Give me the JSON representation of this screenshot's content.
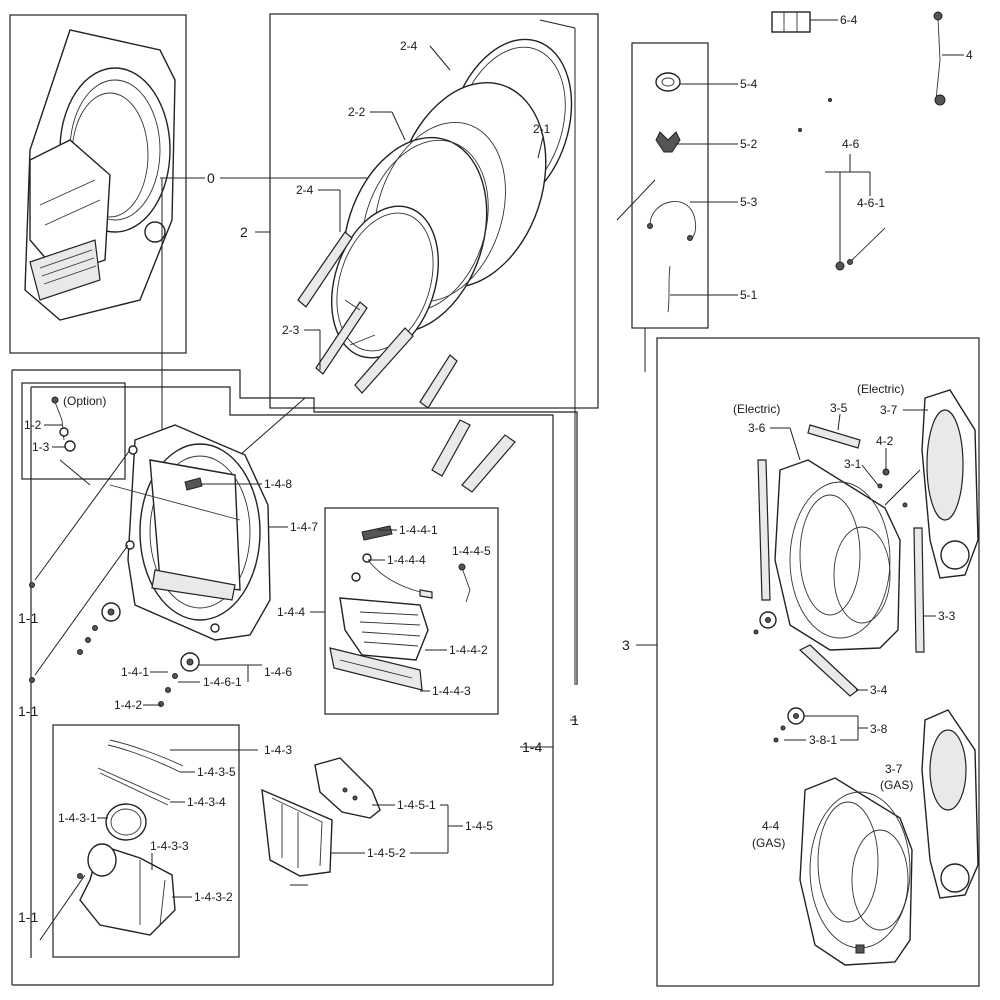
{
  "labels": {
    "l0": "0",
    "l2": "2",
    "l2_1": "2-1",
    "l2_2": "2-2",
    "l2_3": "2-3",
    "l2_4a": "2-4",
    "l2_4b": "2-4",
    "option": "(Option)",
    "l1_2": "1-2",
    "l1_3": "1-3",
    "l1_1a": "1-1",
    "l1_1b": "1-1",
    "l1_1c": "1-1",
    "l1_4_8": "1-4-8",
    "l1_4_7": "1-4-7",
    "l1_4_4": "1-4-4",
    "l1_4_4_1": "1-4-4-1",
    "l1_4_4_4": "1-4-4-4",
    "l1_4_4_5": "1-4-4-5",
    "l1_4_4_2": "1-4-4-2",
    "l1_4_4_3": "1-4-4-3",
    "l1_4_1": "1-4-1",
    "l1_4_6_1": "1-4-6-1",
    "l1_4_6": "1-4-6",
    "l1_4_2": "1-4-2",
    "l1": "1",
    "l1_4": "1-4",
    "l1_4_3": "1-4-3",
    "l1_4_3_5": "1-4-3-5",
    "l1_4_3_4": "1-4-3-4",
    "l1_4_3_1": "1-4-3-1",
    "l1_4_3_3": "1-4-3-3",
    "l1_4_3_2": "1-4-3-2",
    "l1_4_5_1": "1-4-5-1",
    "l1_4_5": "1-4-5",
    "l1_4_5_2": "1-4-5-2",
    "l6_4": "6-4",
    "l4": "4",
    "l5_4": "5-4",
    "l5_2": "5-2",
    "l5_3": "5-3",
    "l5_1": "5-1",
    "l4_6": "4-6",
    "l4_6_1": "4-6-1",
    "l3": "3",
    "electric_a": "(Electric)",
    "electric_b": "(Electric)",
    "l3_6": "3-6",
    "l3_5": "3-5",
    "l3_7a": "3-7",
    "l4_2": "4-2",
    "l3_1": "3-1",
    "l3_3": "3-3",
    "l3_4": "3-4",
    "l3_8": "3-8",
    "l3_8_1": "3-8-1",
    "l3_7b": "3-7",
    "gas_a": "(GAS)",
    "l4_4": "4-4",
    "gas_b": "(GAS)"
  }
}
